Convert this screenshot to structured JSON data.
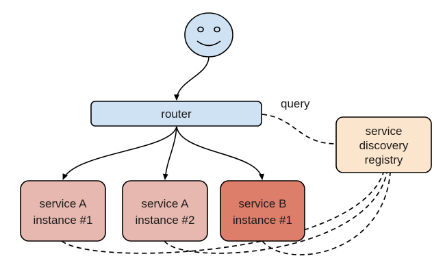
{
  "diagram": {
    "user": {
      "icon": "smiley-face-icon"
    },
    "router": {
      "label": "router"
    },
    "query_label": "query",
    "registry": {
      "line1": "service",
      "line2": "discovery",
      "line3": "registry"
    },
    "services": [
      {
        "line1": "service A",
        "line2": "instance #1"
      },
      {
        "line1": "service A",
        "line2": "instance #2"
      },
      {
        "line1": "service B",
        "line2": "instance #1"
      }
    ]
  }
}
